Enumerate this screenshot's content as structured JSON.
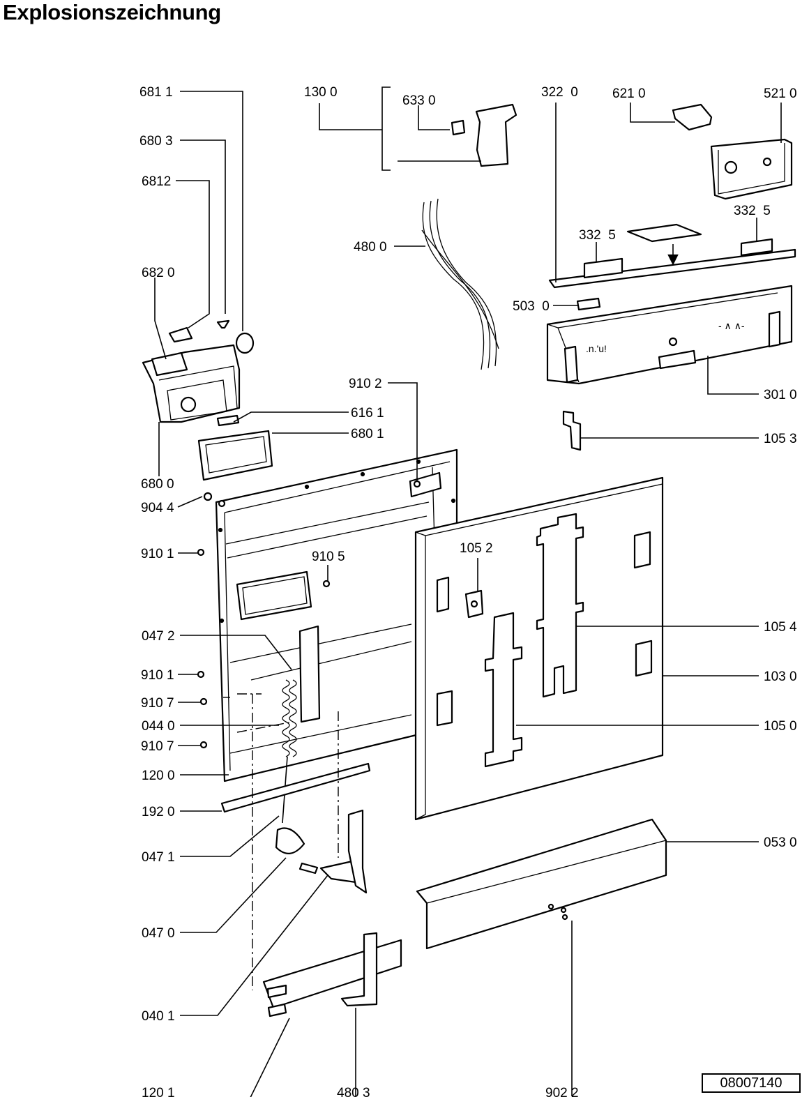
{
  "title": "Explosionszeichnung",
  "doc_number": "08007140",
  "part_labels": {
    "p6811": "681 1",
    "p6803": "680 3",
    "p6812": "6812",
    "p6820": "682 0",
    "p6161": "616 1",
    "p6801": "680 1",
    "p6800": "680 0",
    "p9044": "904 4",
    "p9101a": "910 1",
    "p9105": "910 5",
    "p0472": "047 2",
    "p9101b": "910 1",
    "p9107a": "910 7",
    "p0440": "044 0",
    "p9107b": "910 7",
    "p1200": "120 0",
    "p1920": "192 0",
    "p0471": "047 1",
    "p0470": "047 0",
    "p0401": "040 1",
    "p1201": "120 1",
    "p4803": "480 3",
    "p9022": "902 2",
    "p1300": "130 0",
    "p6330": "633 0",
    "p4800": "480 0",
    "p9102": "910 2",
    "p3220": "322  0",
    "p6210": "621 0",
    "p5210": "521 0",
    "p3325a": "332  5",
    "p3325b": "332  5",
    "p5030": "503  0",
    "p3010": "301 0",
    "p1053": "105 3",
    "p1052": "105 2",
    "p1054": "105 4",
    "p1030": "103 0",
    "p1050": "105 0",
    "p0530": "053 0"
  }
}
